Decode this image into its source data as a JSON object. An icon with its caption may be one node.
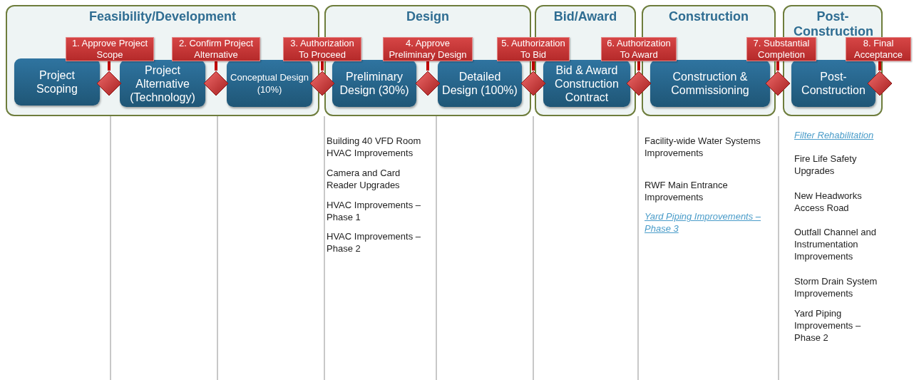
{
  "diagram": {
    "nodes": [
      {
        "text": [
          "Feasibility/Development"
        ]
      },
      {
        "text": [
          "Project Scoping"
        ],
        "in": 0
      },
      {
        "text": [
          "Project Alternative (Technology)"
        ],
        "in": 0
      },
      {
        "text": [
          "Conceptual Design (10%)"
        ],
        "in": 0
      },
      {
        "text": [
          "1. Approve Project Scope"
        ],
        "in": 0
      },
      {
        "text": [
          "2. Confirm Project Alternative"
        ],
        "in": 0
      },
      {
        "text": [],
        "shape": "diamond",
        "in": 0
      },
      {
        "text": [],
        "shape": "diamond",
        "in": 0
      },
      {
        "text": [
          "3. Authorization To Proceed"
        ]
      },
      {
        "text": [],
        "shape": "diamond"
      },
      {
        "text": [
          "Design"
        ]
      },
      {
        "text": [
          "Preliminary Design (30%)"
        ],
        "in": 10
      },
      {
        "text": [
          "Detailed Design (100%)"
        ],
        "in": 10
      },
      {
        "text": [
          "4. Approve Preliminary Design"
        ],
        "in": 10
      },
      {
        "text": [],
        "shape": "diamond",
        "in": 10
      },
      {
        "text": [
          "5. Authorization To Bid"
        ]
      },
      {
        "text": [],
        "shape": "diamond"
      },
      {
        "text": [
          "Bid/Award"
        ]
      },
      {
        "text": [
          "Bid & Award Construction Contract"
        ],
        "in": 17
      },
      {
        "text": [
          "6. Authorization To Award"
        ]
      },
      {
        "text": [],
        "shape": "diamond"
      },
      {
        "text": [
          "Construction"
        ]
      },
      {
        "text": [
          "Construction & Commissioning"
        ],
        "in": 21
      },
      {
        "text": [
          "7. Substantial Completion"
        ]
      },
      {
        "text": [],
        "shape": "diamond"
      },
      {
        "text": [
          "Post-Construction"
        ]
      },
      {
        "text": [
          "Post-Construction"
        ],
        "in": 25
      },
      {
        "text": [
          "8. Final Acceptance"
        ]
      },
      {
        "text": [],
        "shape": "diamond"
      }
    ],
    "edges": [
      {
        "from": 4,
        "to": 6,
        "arrow": "none"
      },
      {
        "from": 5,
        "to": 7,
        "arrow": "none"
      },
      {
        "from": 8,
        "to": 9,
        "arrow": "none"
      },
      {
        "from": 13,
        "to": 14,
        "arrow": "none"
      },
      {
        "from": 15,
        "to": 16,
        "arrow": "none"
      },
      {
        "from": 19,
        "to": 20,
        "arrow": "none"
      },
      {
        "from": 23,
        "to": 24,
        "arrow": "none"
      },
      {
        "from": 27,
        "to": 28,
        "arrow": "none"
      }
    ],
    "labels": [
      "Building 40 VFD Room HVAC Improvements",
      "Camera and Card Reader Upgrades",
      "HVAC Improvements – Phase 1",
      "HVAC Improvements – Phase 2",
      "Facility-wide Water Systems Improvements",
      "RWF Main Entrance Improvements",
      "Yard Piping Improvements – Phase 3",
      "Filter Rehabilitation",
      "Fire Life Safety Upgrades",
      "New Headworks Access Road",
      "Outfall Channel and Instrumentation Improvements",
      "Storm Drain System Improvements",
      "Yard Piping Improvements – Phase 2"
    ]
  }
}
